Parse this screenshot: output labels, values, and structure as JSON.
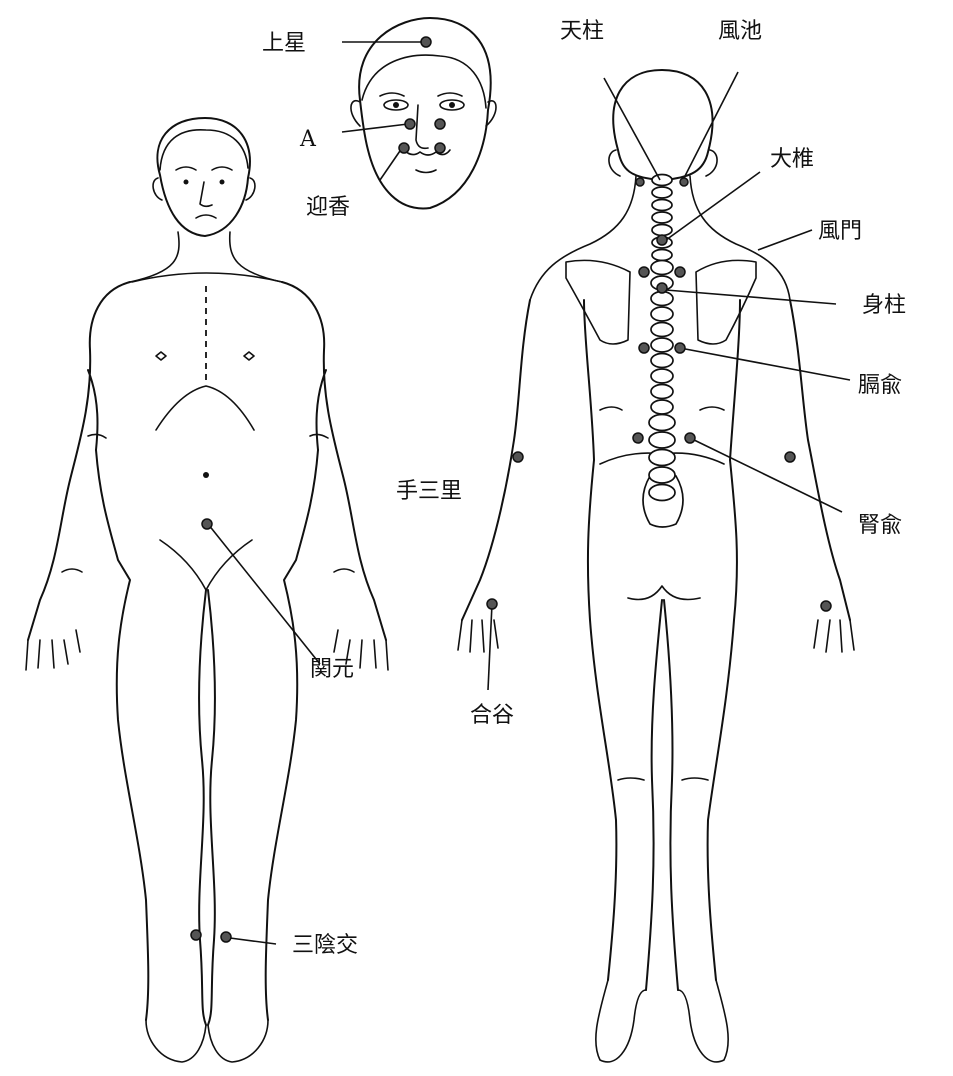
{
  "labels": {
    "shangxing": "上星",
    "a_point": "A",
    "yingxiang": "迎香",
    "tianzhu": "天柱",
    "fengchi": "風池",
    "dazhui": "大椎",
    "fengmen": "風門",
    "shenzhu": "身柱",
    "geshu": "膈兪",
    "shoushanli": "手三里",
    "shenshu": "腎兪",
    "guanyuan": "関元",
    "hegu": "合谷",
    "sanyinjiao": "三陰交"
  },
  "colors": {
    "line": "#111111",
    "point": "#555555",
    "background": "#ffffff"
  }
}
